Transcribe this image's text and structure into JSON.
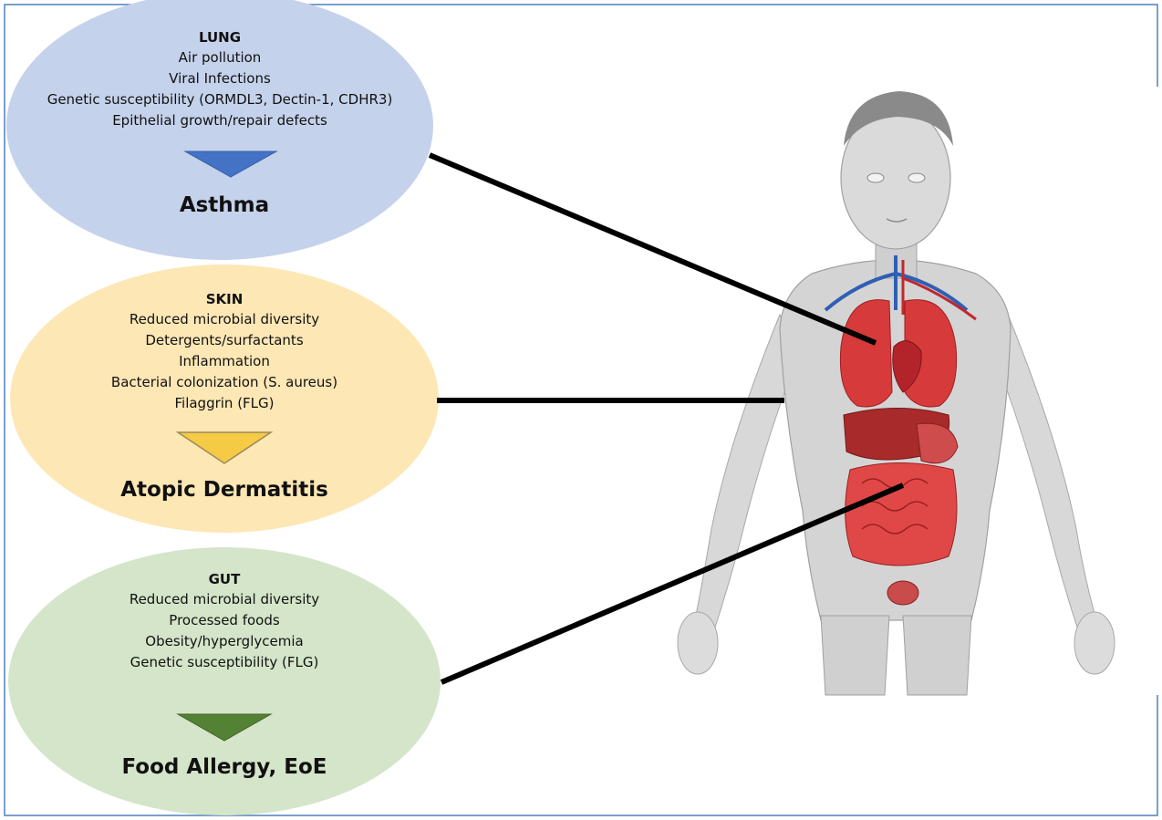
{
  "diagram": {
    "lung": {
      "title": "LUNG",
      "factors": [
        "Air pollution",
        "Viral Infections",
        "Genetic susceptibility (ORMDL3, Dectin-1, CDHR3)",
        "Epithelial growth/repair defects"
      ],
      "outcome": "Asthma",
      "fill": "#c5d2eb",
      "arrow": "#4472c4"
    },
    "skin": {
      "title": "SKIN",
      "factors": [
        "Reduced microbial diversity",
        "Detergents/surfactants",
        "Inflammation",
        "Bacterial colonization (S. aureus)",
        "Filaggrin (FLG)"
      ],
      "outcome": "Atopic Dermatitis",
      "fill": "#fde7b5",
      "arrow": "#f5ca45"
    },
    "gut": {
      "title": "GUT",
      "factors": [
        "Reduced microbial diversity",
        "Processed foods",
        "Obesity/hyperglycemia",
        "Genetic susceptibility (FLG)"
      ],
      "outcome": "Food Allergy, EoE",
      "fill": "#d4e5c9",
      "arrow": "#548235"
    },
    "frame_color": "#4f81bd",
    "connector_color": "#000000",
    "illustration": "human-body-organs-illustration"
  }
}
